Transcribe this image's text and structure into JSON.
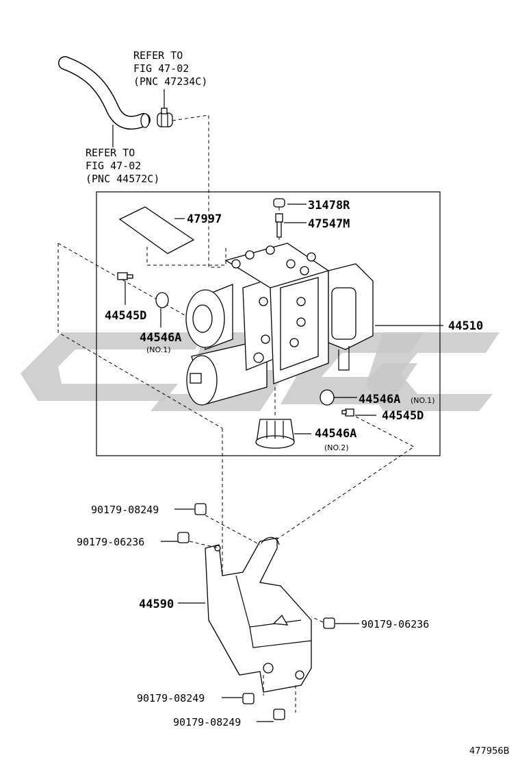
{
  "refs": {
    "top": [
      "REFER TO",
      "FIG 47-02",
      "(PNC 47234C)"
    ],
    "hose": [
      "REFER TO",
      "FIG 47-02",
      "(PNC 44572C)"
    ]
  },
  "parts": {
    "p31478R": "31478R",
    "p47547M": "47547M",
    "p47997": "47997",
    "p44510": "44510",
    "p44545D_left": "44545D",
    "p44546A_left": "44546A",
    "no1_left": "(NO.1)",
    "p44546A_right": "44546A",
    "no1_right": "(NO.1)",
    "p44545D_right": "44545D",
    "p44546A_bottom": "44546A",
    "no2": "(NO.2)",
    "p44590": "44590",
    "b90179_08249_a": "90179-08249",
    "b90179_06236_a": "90179-06236",
    "b90179_06236_b": "90179-06236",
    "b90179_08249_b": "90179-08249",
    "b90179_08249_c": "90179-08249"
  },
  "figure_number": "477956B"
}
